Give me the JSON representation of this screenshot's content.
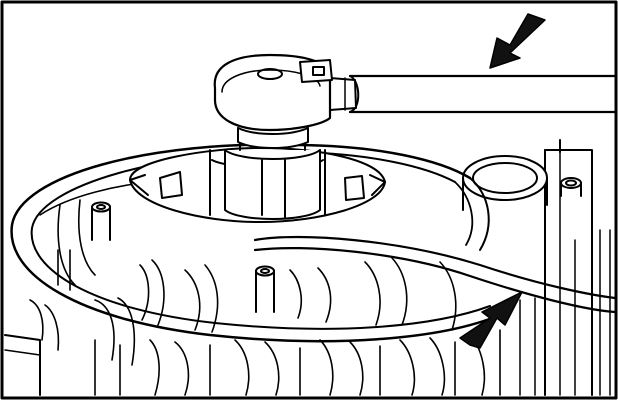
{
  "figure": {
    "kind": "technical-line-illustration",
    "subject": "wrench-and-ratchet-on-fan-hub",
    "colors": {
      "ink": "#000000",
      "paper": "#ffffff",
      "arrow_fill": "#111111"
    },
    "annotations": [
      {
        "name": "force-arrow-down",
        "direction": "down-left"
      },
      {
        "name": "force-arrow-up",
        "direction": "up-right"
      }
    ]
  }
}
